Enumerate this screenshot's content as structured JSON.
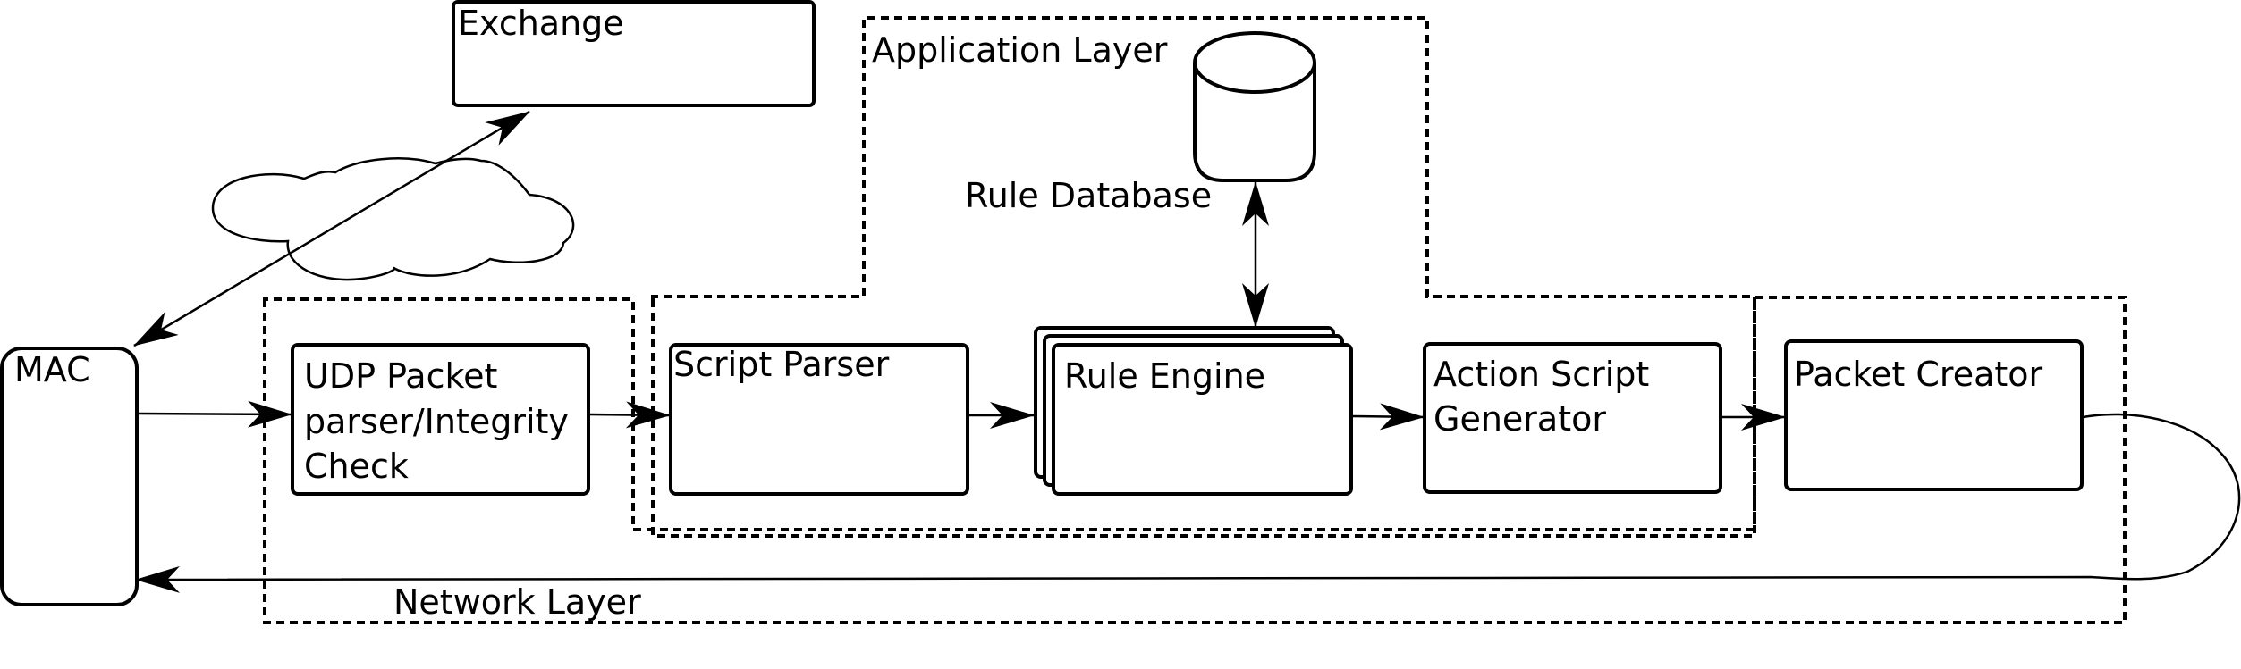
{
  "nodes": {
    "exchange": "Exchange",
    "mac": "MAC",
    "udp_parser": [
      "UDP Packet",
      "parser/Integrity",
      "Check"
    ],
    "script_parser": "Script Parser",
    "rule_engine": "Rule Engine",
    "action_script": [
      "Action Script",
      "Generator"
    ],
    "packet_creator": "Packet Creator",
    "rule_database": "Rule Database"
  },
  "groups": {
    "application_layer": "Application Layer",
    "network_layer": "Network Layer"
  }
}
